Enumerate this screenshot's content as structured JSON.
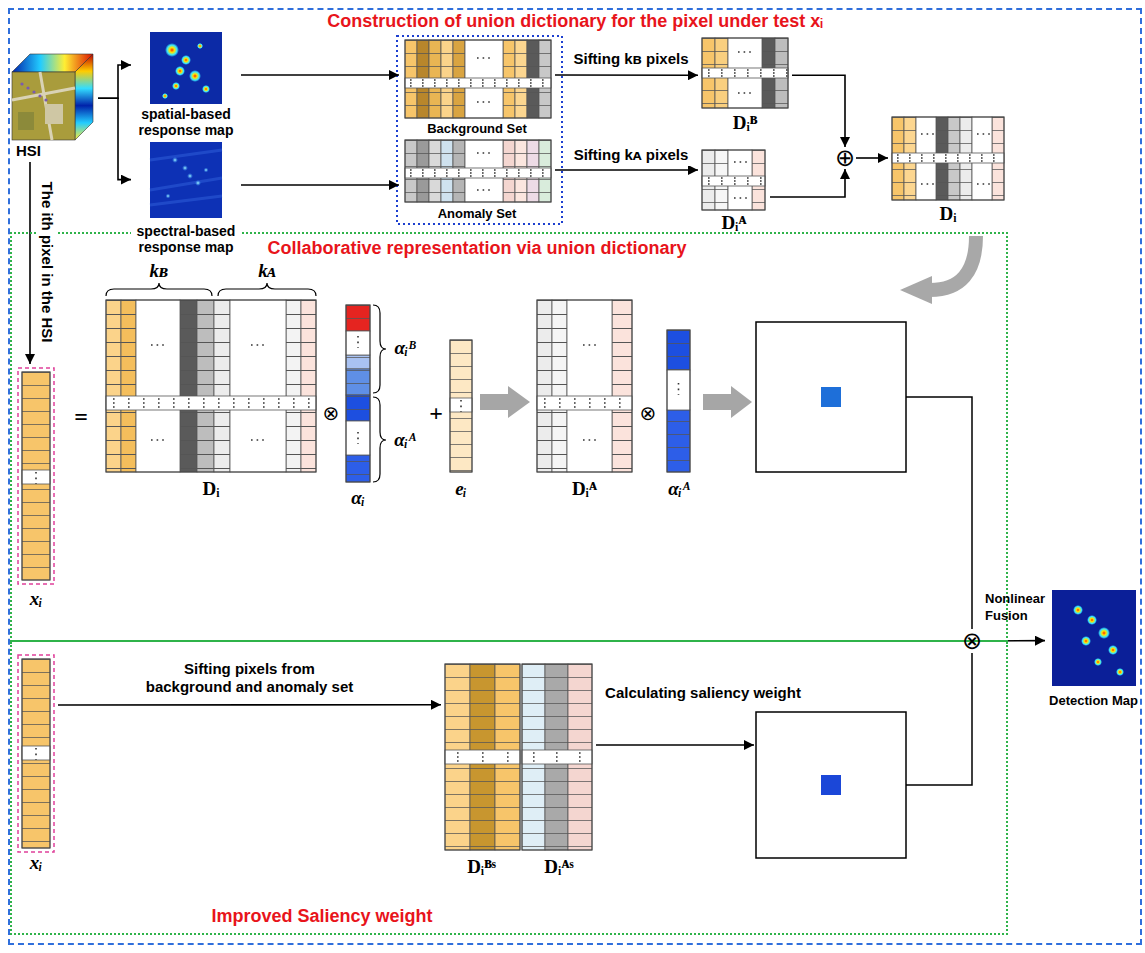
{
  "diagram": {
    "nodes": [
      {
        "text": [
          "Construction of union dictionary for the pixel under test xᵢ"
        ]
      },
      {
        "text": [
          "HSI"
        ],
        "in": 0
      },
      {
        "text": [
          "spatial-based response map"
        ],
        "in": 0
      },
      {
        "text": [
          "spectral-based response map"
        ],
        "in": 0
      },
      {
        "text": [
          "Background Set"
        ],
        "in": 0
      },
      {
        "text": [
          "Anomaly Set"
        ],
        "in": 0
      },
      {
        "text": [
          "Dᵢᴮ"
        ],
        "in": 0
      },
      {
        "text": [
          "Dᵢᴬ"
        ],
        "in": 0
      },
      {
        "text": [
          "⊕"
        ],
        "in": 0
      },
      {
        "text": [
          "Dᵢ"
        ],
        "in": 0
      },
      {
        "text": [
          "Collaborative representation via union dictionary"
        ],
        "in": 0
      },
      {
        "text": [
          "xᵢ"
        ],
        "in": 10
      },
      {
        "text": [
          "kʙ",
          "kᴀ",
          "Dᵢ"
        ],
        "in": 10
      },
      {
        "text": [
          "αᵢᴮ",
          "αᵢᴬ",
          "αᵢ"
        ],
        "in": 10
      },
      {
        "text": [
          "eᵢ"
        ],
        "in": 10
      },
      {
        "text": [
          "Dᵢᴬ"
        ],
        "in": 10
      },
      {
        "text": [
          "αᵢᴬ"
        ],
        "in": 10
      },
      {
        "text": [
          "Improved Saliency weight"
        ],
        "in": 0
      },
      {
        "text": [
          "xᵢ"
        ],
        "in": 17
      },
      {
        "text": [
          "Dᵢᴮˢ"
        ],
        "in": 17
      },
      {
        "text": [
          "Dᵢᴬˢ"
        ],
        "in": 17
      },
      {
        "text": [
          "⊗",
          "Nonlinear Fusion"
        ],
        "in": 0
      },
      {
        "text": [
          "Detection Map"
        ],
        "in": 0
      }
    ],
    "edges": [
      {
        "from": 1,
        "to": 2,
        "arrow": "to"
      },
      {
        "from": 1,
        "to": 3,
        "arrow": "to"
      },
      {
        "from": 2,
        "to": 4,
        "arrow": "to"
      },
      {
        "from": 3,
        "to": 5,
        "arrow": "to"
      },
      {
        "from": 4,
        "to": 6,
        "label": "Sifting kʙ pixels",
        "arrow": "to"
      },
      {
        "from": 5,
        "to": 7,
        "label": "Sifting kᴀ pixels",
        "arrow": "to"
      },
      {
        "from": 6,
        "to": 8,
        "arrow": "to"
      },
      {
        "from": 7,
        "to": 8,
        "arrow": "to"
      },
      {
        "from": 8,
        "to": 9,
        "arrow": "to"
      },
      {
        "from": 1,
        "to": 11,
        "label": "The ith pixel in the HSI",
        "arrow": "to"
      },
      {
        "from": 18,
        "to": 19,
        "label": "Sifting pixels from background and anomaly set",
        "arrow": "to"
      },
      {
        "from": 21,
        "to": 22,
        "arrow": "to"
      }
    ],
    "labels": [
      "=",
      "⊗",
      "+",
      "⊗",
      "Calculating saliency weight"
    ]
  }
}
